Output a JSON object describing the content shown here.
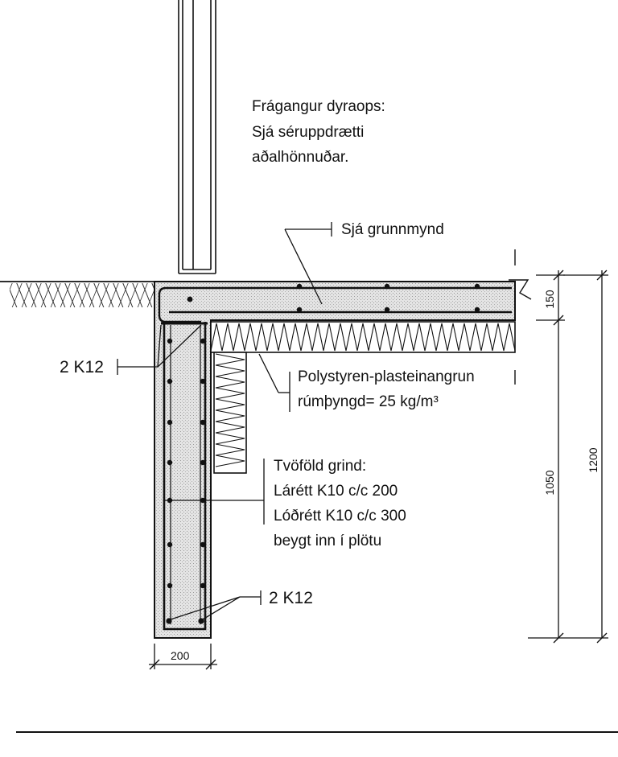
{
  "notes": {
    "door_line1": "Frágangur dyraops:",
    "door_line2": "Sjá séruppdrætti",
    "door_line3": "aðalhönnuðar.",
    "plan_ref": "Sjá grunnmynd",
    "insulation_line1": "Polystyren-plasteinangrun",
    "insulation_line2": "rúmþyngd= 25 kg/m³",
    "grid_line1": "Tvöföld grind:",
    "grid_line2": "Lárétt K10 c/c 200",
    "grid_line3": "Lóðrétt K10 c/c 300",
    "grid_line4": "beygt inn í plötu"
  },
  "rebar": {
    "top_label": "2 K12",
    "bottom_label": "2 K12"
  },
  "dimensions": {
    "wall_width": "200",
    "slab_thickness": "150",
    "depth_lower": "1050",
    "depth_total": "1200"
  },
  "colors": {
    "concrete": "#e6e6e6",
    "ink": "#111111"
  }
}
